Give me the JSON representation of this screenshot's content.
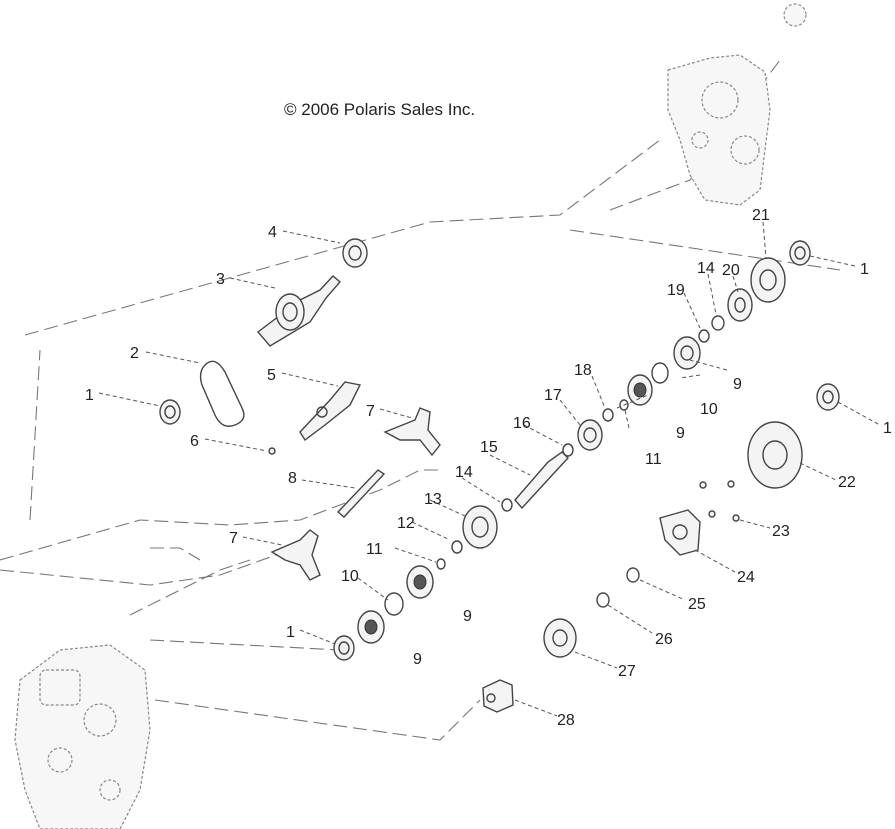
{
  "copyright": "© 2006 Polaris Sales Inc.",
  "callouts": {
    "n1": "1",
    "n2": "2",
    "n3": "3",
    "n4": "4",
    "n5": "5",
    "n6": "6",
    "n7": "7",
    "n8": "8",
    "n9": "9",
    "n10": "10",
    "n11": "11",
    "n12": "12",
    "n13": "13",
    "n14": "14",
    "n15": "15",
    "n16": "16",
    "n17": "17",
    "n18": "18",
    "n19": "19",
    "n20": "20",
    "n21": "21",
    "n22": "22",
    "n23": "23",
    "n24": "24",
    "n25": "25",
    "n26": "26",
    "n27": "27",
    "n28": "28"
  }
}
